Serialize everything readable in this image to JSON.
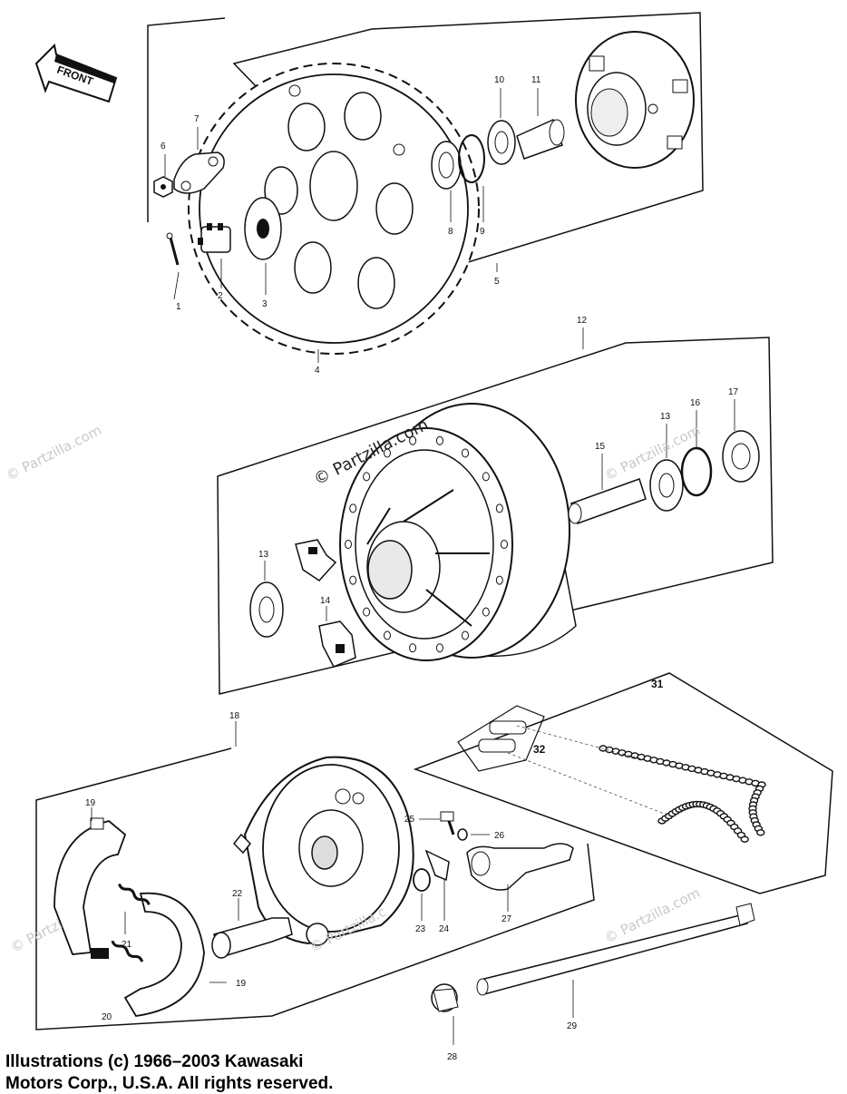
{
  "front_arrow": {
    "label": "FRONT"
  },
  "watermarks": {
    "center": "© Partzilla.com",
    "repeat": "© Partzilla.com",
    "partial_left": "© Partzi",
    "partial_mid": "© Partzilla.c",
    "partial_right": "© Partzilla.com"
  },
  "callouts": {
    "c1": "1",
    "c2": "2",
    "c3": "3",
    "c4": "4",
    "c5": "5",
    "c6": "6",
    "c7": "7",
    "c8": "8",
    "c9": "9",
    "c10": "10",
    "c11": "11",
    "c12": "12",
    "c13a": "13",
    "c13b": "13",
    "c14": "14",
    "c15": "15",
    "c16": "16",
    "c17": "17",
    "c18": "18",
    "c19a": "19",
    "c19b": "19",
    "c20": "20",
    "c21": "21",
    "c22": "22",
    "c23": "23",
    "c24": "24",
    "c25": "25",
    "c26": "26",
    "c27": "27",
    "c28": "28",
    "c29": "29",
    "c31": "31",
    "c32": "32"
  },
  "copyright": {
    "line1": "Illustrations (c) 1966–2003 Kawasaki",
    "line2": "Motors Corp., U.S.A.  All rights reserved."
  }
}
